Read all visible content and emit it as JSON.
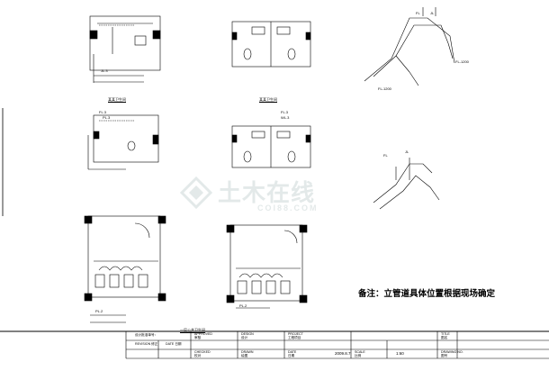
{
  "note": "备注：立管道具体位置根据现场确定",
  "captions": {
    "plan_top": "某某卫生间",
    "plan_top_2": "某某卫生间",
    "plan_bottom": "一层公共卫生间"
  },
  "pipe_labels": {
    "fl_a": "FL.3",
    "fl_b": "FL.3",
    "pl_a": "PL.3",
    "pl_b": "PL.2",
    "pl_c": "PL.2",
    "wl_a": "WL.3",
    "jl_a": "JL.3",
    "iso_top_1": "FL",
    "iso_top_2": "JL",
    "iso_top_3": "FL-1200",
    "iso_top_4": "FL-1200",
    "iso_bot_1": "FL",
    "iso_bot_2": "JL"
  },
  "watermark": {
    "cn": "土木在线",
    "en": "COI88.COM"
  },
  "title_block": {
    "approved_label": "设计批准单号：",
    "revision_label": "REVISION 修正",
    "date_label": "DATE 日期",
    "checked_en": "CHECKED",
    "checked_cn": "校对",
    "approved_en": "APPROVED",
    "approved_cn": "审核",
    "design_en": "DESIGN",
    "design_cn": "设计",
    "drawn_en": "DRAWN",
    "drawn_cn": "绘图",
    "project_en": "PROJECT",
    "project_cn": "工程项目",
    "date2_en": "DATE",
    "date2_cn": "日期",
    "date_value": "2009.8.7",
    "scale_en": "SCALE",
    "scale_cn": "比例",
    "scale_value": "1:60",
    "title_en": "TITLE",
    "title_cn": "图名",
    "drawing_no_en": "DRAWING NO.",
    "drawing_no_cn": "图号"
  }
}
